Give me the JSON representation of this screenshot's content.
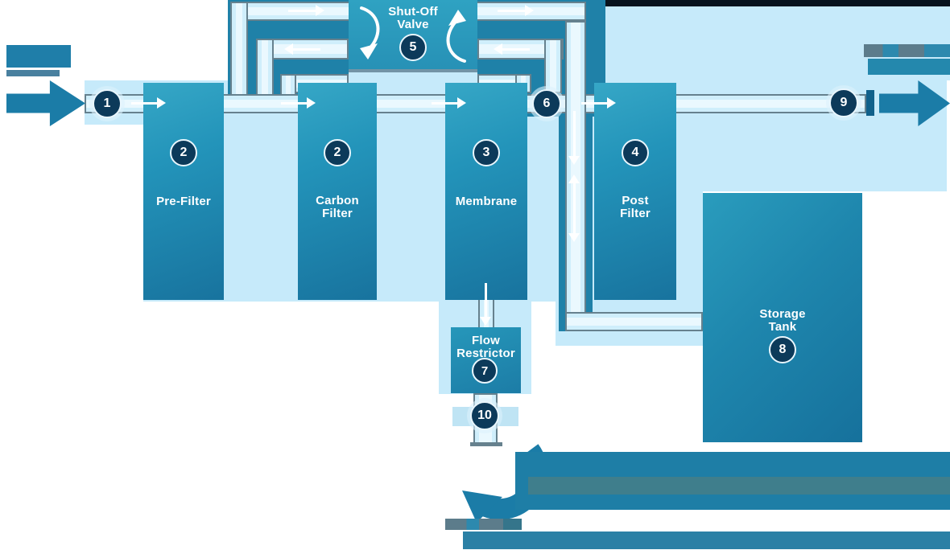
{
  "components": {
    "pre_filter": {
      "label": "Pre-Filter",
      "stage": "2"
    },
    "carbon_filter": {
      "label": "Carbon Filter",
      "stage": "2"
    },
    "membrane": {
      "label": "Membrane",
      "stage": "3"
    },
    "post_filter": {
      "label": "Post Filter",
      "stage": "4"
    },
    "shut_off_valve": {
      "label": "Shut-Off Valve",
      "stage": "5"
    },
    "flow_restrictor": {
      "label": "Flow Restrictor",
      "stage": "7"
    },
    "storage_tank": {
      "label": "Storage Tank",
      "stage": "8"
    }
  },
  "flow_markers": {
    "feed_inlet": "1",
    "membrane_outlet_junction": "6",
    "outlet": "9",
    "drain_line": "10"
  },
  "icons": [
    "arrow-right-icon",
    "arrow-left-icon",
    "arrow-down-icon",
    "arrow-updown-icon",
    "curved-arrow-ccw-icon",
    "curved-arrow-cw-icon",
    "block-arrow-in-icon",
    "block-arrow-out-icon",
    "drain-curved-arrow-icon"
  ],
  "colors": {
    "background_blue": "#c6eafa",
    "pipe_fill": "#cfeefb",
    "pipe_core": "#eaf8fe",
    "pipe_border": "#66818e",
    "plate_teal": "#1f81a8",
    "component_gradient_top": "#36a7c6",
    "component_gradient_bottom": "#18739e",
    "valve_teal": "#2fa2c2",
    "badge_navy": "#0c3a5a",
    "block_arrow_teal": "#1b7ca7",
    "dark_top_bar": "#07131d",
    "muted_stripe": "#3f7e8c",
    "redacted_slate": "#5c7c8b",
    "redacted_teal": "#2488ad",
    "arrow_white": "#ffffff"
  }
}
